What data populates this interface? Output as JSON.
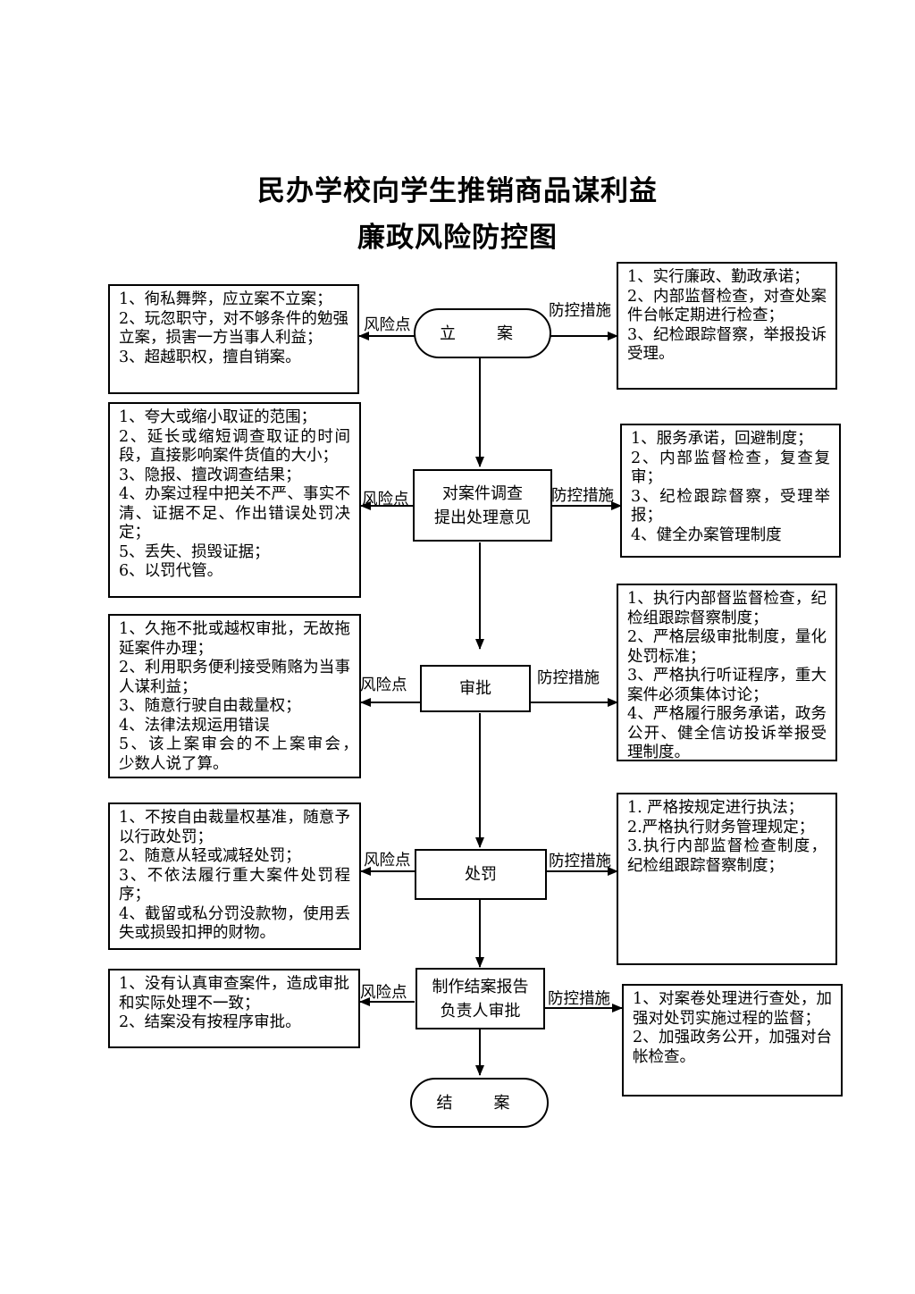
{
  "title": {
    "line1": "民办学校向学生推销商品谋利益",
    "line2": "廉政风险防控图"
  },
  "labels": {
    "risk": "风险点",
    "control": "防控措施"
  },
  "steps": [
    {
      "name": "立　案",
      "risks": "1、徇私舞弊，应立案不立案；\n2、玩忽职守，对不够条件的勉强立案，损害一方当事人利益；\n3、超越职权，擅自销案。",
      "controls": "1、实行廉政、勤政承诺；\n2、内部监督检查，对查处案件台帐定期进行检查；\n3、纪检跟踪督察，举报投诉受理。"
    },
    {
      "name": "对案件调查\n提出处理意见",
      "risks": "1、夸大或缩小取证的范围；\n2、延长或缩短调查取证的时间段，直接影响案件货值的大小；\n3、隐报、擅改调查结果；\n4、办案过程中把关不严、事实不清、证据不足、作出错误处罚决定；\n5、丢失、损毁证据；\n6、以罚代管。",
      "controls": "1、服务承诺，回避制度；\n2、内部监督检查，复查复审；\n3、纪检跟踪督察，受理举报；\n4、健全办案管理制度"
    },
    {
      "name": "审批",
      "risks": "1、久拖不批或越权审批，无故拖延案件办理；\n2、利用职务便利接受贿赂为当事人谋利益；\n3、随意行驶自由裁量权；\n4、法律法规运用错误\n5、该上案审会的不上案审会，　少数人说了算。",
      "controls": "1、执行内部督监督检查，纪检组跟踪督察制度；\n2、严格层级审批制度，量化处罚标准；\n3、严格执行听证程序，重大案件必须集体讨论；\n4、严格履行服务承诺，政务公开、健全信访投诉举报受理制度。"
    },
    {
      "name": "处罚",
      "risks": "1、不按自由裁量权基准，随意予以行政处罚；\n2、随意从轻或减轻处罚；\n3、不依法履行重大案件处罚程序；\n4、截留或私分罚没款物，使用丢失或损毁扣押的财物。",
      "controls": "1. 严格按规定进行执法；\n2.严格执行财务管理规定；\n3.执行内部监督检查制度，纪检组跟踪督察制度；"
    },
    {
      "name": "制作结案报告\n负责人审批",
      "risks": "1、没有认真审查案件，造成审批和实际处理不一致；\n2、结案没有按程序审批。",
      "controls": "1、对案卷处理进行查处，加强对处罚实施过程的监督；\n2、加强政务公开，加强对台帐检查。"
    }
  ],
  "end": "结　案"
}
